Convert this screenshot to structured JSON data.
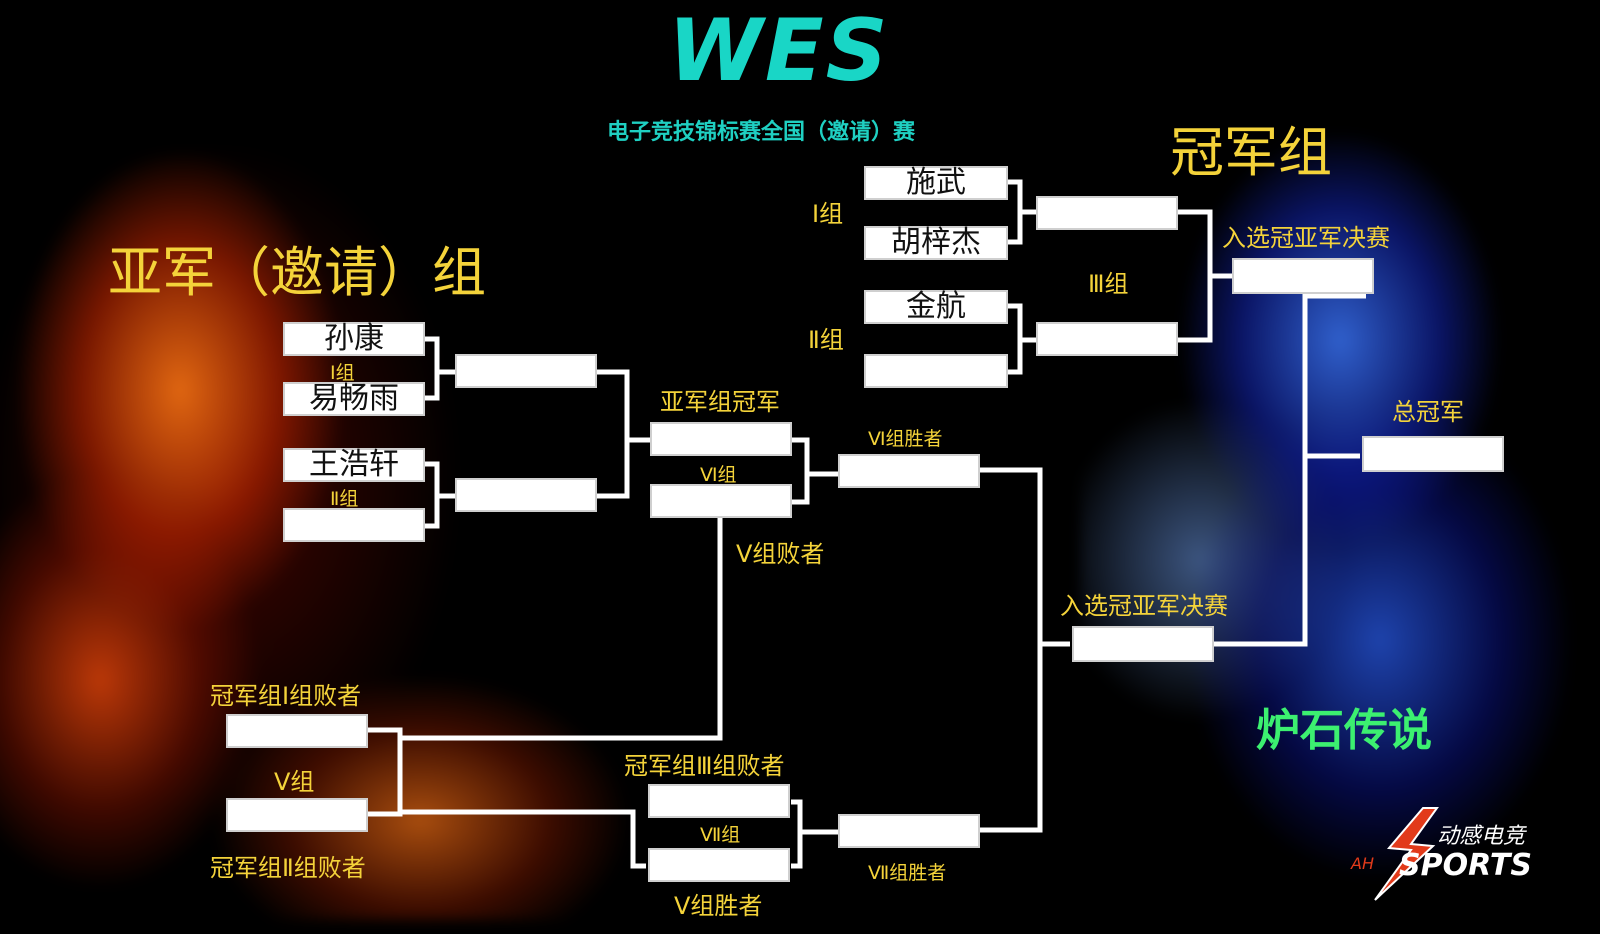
{
  "header": {
    "logo": "WES",
    "subtitle": "电子竞技锦标赛全国（邀请）赛"
  },
  "sections": {
    "runner_up_group": "亚军（邀请）组",
    "champion_group": "冠军组",
    "game": "炉石传说"
  },
  "runner_up_bracket": {
    "group1": {
      "label": "Ⅰ组",
      "players": [
        "孙康",
        "易畅雨"
      ]
    },
    "group2": {
      "label": "Ⅱ组",
      "players": [
        "王浩轩",
        ""
      ]
    },
    "winner_label": "亚军组冠军",
    "group6_label": "Ⅵ组",
    "group5_loser": "Ⅴ组败者",
    "group6_winner": "Ⅵ组胜者"
  },
  "champion_bracket": {
    "group1": {
      "label": "Ⅰ组",
      "players": [
        "施武",
        "胡梓杰"
      ]
    },
    "group2": {
      "label": "Ⅱ组",
      "players": [
        "金航",
        ""
      ]
    },
    "group3_label": "Ⅲ组",
    "final_entry_top": "入选冠亚军决赛",
    "final_entry_bottom": "入选冠亚军决赛",
    "grand_champion": "总冠军"
  },
  "lower_bracket": {
    "champ_g1_loser": "冠军组Ⅰ组败者",
    "group5_label": "Ⅴ组",
    "champ_g2_loser": "冠军组Ⅱ组败者",
    "champ_g3_loser": "冠军组Ⅲ组败者",
    "group7_label": "Ⅶ组",
    "group5_winner": "Ⅴ组胜者",
    "group7_winner": "Ⅶ组胜者"
  },
  "sponsor": {
    "text_cn": "动感电竞",
    "text_en": "SPORTS",
    "prefix": "AH"
  },
  "colors": {
    "label": "#f4d33a",
    "logo": "#19d6c6",
    "game_title": "#3cf070"
  }
}
